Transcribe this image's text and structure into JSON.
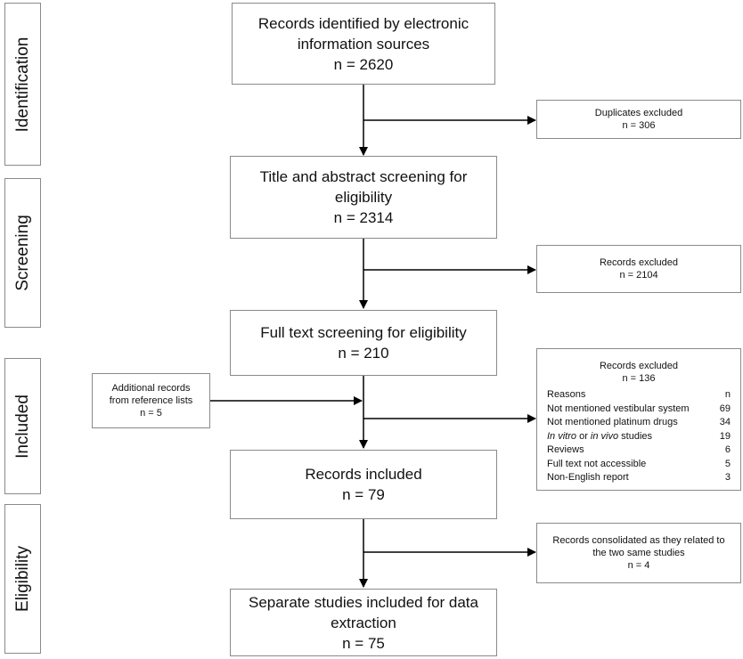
{
  "stages": {
    "identification": "Identification",
    "screening": "Screening",
    "included": "Included",
    "eligibility": "Eligibility"
  },
  "boxes": {
    "identified": {
      "line1": "Records identified by electronic",
      "line2": "information sources",
      "count": "n = 2620"
    },
    "title_abstract": {
      "line1": "Title and abstract screening for",
      "line2": "eligibility",
      "count": "n = 2314"
    },
    "full_text": {
      "line1": "Full text screening for eligibility",
      "count": "n = 210"
    },
    "records_included": {
      "line1": "Records included",
      "count": "n = 79"
    },
    "separate_studies": {
      "line1": "Separate studies included for data",
      "line2": "extraction",
      "count": "n = 75"
    }
  },
  "side_boxes": {
    "duplicates": {
      "line1": "Duplicates excluded",
      "count": "n = 306"
    },
    "excluded_screening": {
      "line1": "Records excluded",
      "count": "n = 2104"
    },
    "additional": {
      "line1": "Additional records",
      "line2": "from reference lists",
      "count": "n = 5"
    },
    "excluded_full_text": {
      "line1": "Records excluded",
      "count": "n = 136",
      "header_label": "Reasons",
      "header_n": "n",
      "reasons": [
        {
          "prefix": "Not mentioned vestibular system",
          "n": "69"
        },
        {
          "prefix": "Not mentioned platinum drugs",
          "n": "34"
        },
        {
          "italic1": "In vitro",
          "middle": " or ",
          "italic2": "in vivo",
          "suffix": " studies",
          "n": "19"
        },
        {
          "prefix": "Reviews",
          "n": "6"
        },
        {
          "prefix": "Full text not accessible",
          "n": "5"
        },
        {
          "prefix": "Non-English report",
          "n": "3"
        }
      ]
    },
    "consolidated": {
      "line1": "Records consolidated as they related to",
      "line2": "the two same studies",
      "count": "n = 4"
    }
  }
}
